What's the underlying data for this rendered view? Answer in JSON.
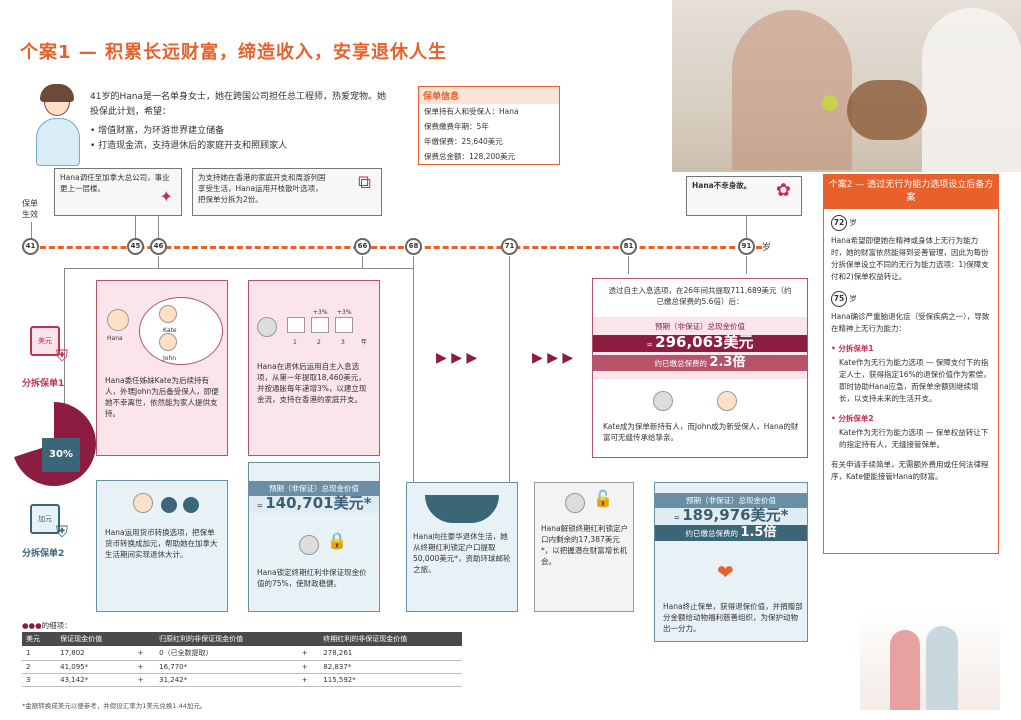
{
  "title": "个案1 — 积累长远财富，缔造收入，安享退休人生",
  "intro": {
    "text": "41岁的Hana是一名单身女士，她在跨国公司担任总工程师，热爱宠物。她投保此计划，希望：",
    "bullets": [
      "增值财富，为环游世界建立储备",
      "打造现金流，支持退休后的家庭开支和照顾家人"
    ]
  },
  "policy": {
    "header": "保单信息",
    "rows": [
      "保单持有人和受保人：Hana",
      "保费缴费年期：5年",
      "年缴保费：25,640美元",
      "保费总金额：128,200美元"
    ]
  },
  "timeline": {
    "start_label": "保单生效",
    "ages": [
      "41",
      "45",
      "46",
      "66",
      "68",
      "71",
      "81",
      "91"
    ],
    "end_label": "岁"
  },
  "notes": {
    "n45": "Hana调任至加拿大总公司，事业更上一层楼。",
    "n46": "为支持她在香港的家庭开支和周游列国享受生活，Hana运用开枝散叶选项，把保单分拆为2份。",
    "n91": "Hana不幸身故。"
  },
  "split": {
    "p1": "分拆保单1",
    "p2": "分拆保单2",
    "pct1": "70%",
    "pct2": "30%",
    "usd": "美元",
    "cad": "加元"
  },
  "cards": {
    "c1_names": {
      "hana": "Hana",
      "kate": "Kate",
      "john": "John"
    },
    "c1_text": "Hana委任姊妹Kate为后续持有人，外甥John为后备受保人，即便她不幸离世，依然能为家人提供支持。",
    "c2_labels": [
      "+3%",
      "+3%",
      "1",
      "2",
      "3",
      "年"
    ],
    "c2_text": "Hana在退休后运用自主入息选项，从第一年提取18,460美元，并按通胀每年递增3%，以建立现金流，支持在香港的家庭开支。",
    "c3_text_a": "透过自主入息选项，在26年间共提取711,689美元（约已缴总保费的5.6倍）后：",
    "c3_header": "预期（非保证）总现金价值",
    "c3_value": "296,063美元",
    "c3_ratio_label": "约已缴总保费的",
    "c3_ratio": "2.3倍",
    "c3_text_b": "Kate成为保单新持有人，而John成为新受保人，Hana的财富可无缝传承给挚亲。",
    "b1_text": "Hana运用货币转换选项，把保单货币转换成加元，帮助她在加拿大生活期间实现退休大计。",
    "b2_header": "预期（非保证）总现金价值",
    "b2_value": "140,701美元*",
    "b2_text": "Hana锁定终期红利非保证现金价值的75%，使财政稳健。",
    "b3_text": "Hana向往豪华退休生活，她从终期红利锁定户口提取50,000美元*，资助环球邮轮之旅。",
    "b4_text": "Hana解锁终期红利锁定户口内剩余的17,387美元*，以把握潜在财富增长机会。",
    "b5_header": "预期（非保证）总现金价值",
    "b5_value": "189,976美元*",
    "b5_ratio_label": "约已缴总保费的",
    "b5_ratio": "1.5倍",
    "b5_text": "Hana终止保单，获得退保价值，并捐赠部分金额给动物福利慈善组织，为保护动物出一分力。",
    "usd_prefix": "="
  },
  "side": {
    "header": "个案2 — 透过无行为能力选项设立后备方案",
    "age1": "72",
    "age_unit": "岁",
    "t1": "Hana希望即便她在精神或身体上无行为能力时，她的财富依然能得到妥善管理，因此为每份分拆保单设立不同的无行为能力选项：1)保障支付和2)保单权益转让。",
    "age2": "75",
    "t2": "Hana确诊严重脑退化症（受保疾病之一），导致在精神上无行为能力：",
    "s1_title": "分拆保单1",
    "s1_text": "Kate作为无行为能力选项 — 保障支付下的指定人士，获得指定16%的退保价值作为索偿，即时协助Hana应急，而保单余额则继续增长，以支持未来的生活开支。",
    "s2_title": "分拆保单2",
    "s2_text": "Kate作为无行为能力选项 — 保单权益转让下的指定持有人，无缝接管保单。",
    "t3": "有关申请手续简单，无需额外费用或任何法律程序，Kate便能接管Hana的财富。"
  },
  "table": {
    "caption": "的细项：",
    "headers": [
      "美元",
      "保证现金价值",
      "",
      "归原红利的非保证现金价值",
      "",
      "终期红利的非保证现金价值"
    ],
    "rows": [
      [
        "1",
        "17,802",
        "+",
        "0（已全数提取）",
        "+",
        "278,261"
      ],
      [
        "2",
        "41,095*",
        "+",
        "16,770*",
        "+",
        "82,837*"
      ],
      [
        "3",
        "43,142*",
        "+",
        "31,242*",
        "+",
        "115,592*"
      ]
    ],
    "footnote": "*金额转换成美元以便参考，并假设汇率为1美元兑换1.44加元。"
  },
  "colors": {
    "accent": "#e8612c",
    "maroon": "#8c1d40",
    "slate": "#3b6678"
  }
}
